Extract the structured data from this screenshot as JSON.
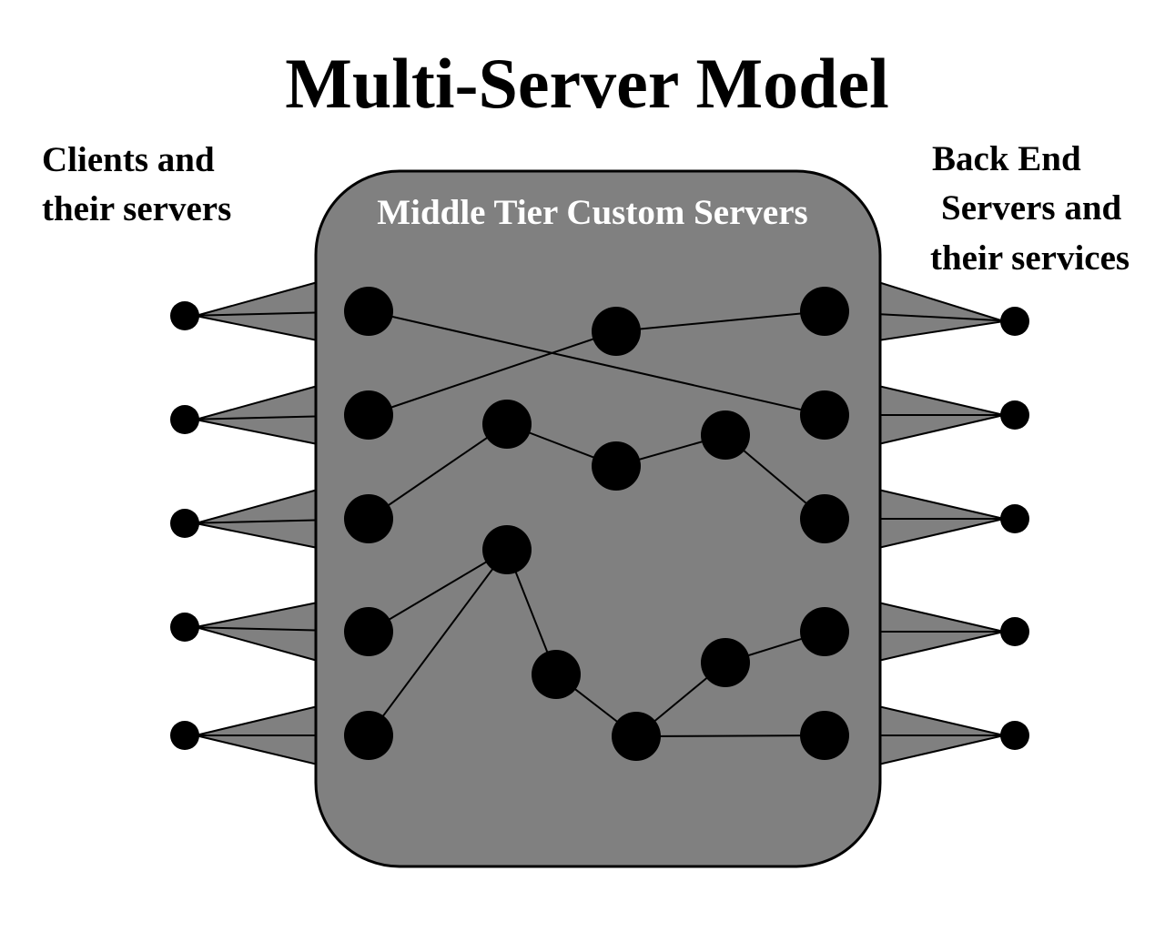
{
  "title": "Multi-Server Model",
  "left_label": [
    "Clients and",
    "their servers"
  ],
  "right_label": [
    "Back End",
    "Servers and",
    "their services"
  ],
  "box_label": "Middle Tier Custom Servers",
  "colors": {
    "box_fill": "#808080",
    "node": "#000000",
    "background": "#ffffff",
    "box_text": "#ffffff"
  }
}
